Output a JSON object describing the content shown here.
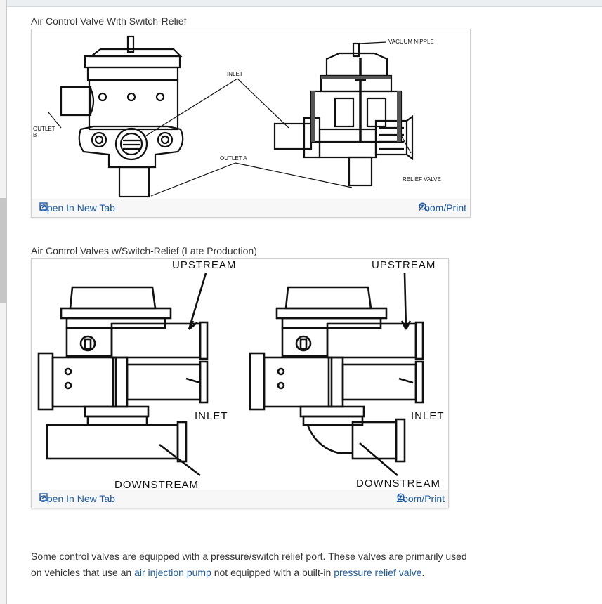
{
  "figures": [
    {
      "caption": "Air Control Valve With Switch-Relief",
      "open_label": "Open In New Tab",
      "zoom_label": "Zoom/Print",
      "labels": {
        "vacuum": "VACUUM NIPPLE",
        "inlet": "INLET",
        "outlet_b1": "OUTLET",
        "outlet_b2": "B",
        "outlet_a": "OUTLET A",
        "relief": "RELIEF VALVE"
      }
    },
    {
      "caption": "Air Control Valves w/Switch-Relief (Late Production)",
      "open_label": "Open In New Tab",
      "zoom_label": "Zoom/Print",
      "labels": {
        "upstream_left": "UPSTREAM",
        "upstream_right": "UPSTREAM",
        "inlet_left": "INLET",
        "inlet_right": "INLET",
        "downstream_left": "DOWNSTREAM",
        "downstream_right": "DOWNSTREAM"
      }
    }
  ],
  "paragraph": {
    "text_1": "Some control valves are equipped with a pressure/switch relief port. These valves are primarily used on vehicles that use an ",
    "link_1": "air injection pump",
    "text_2": " not equipped with a built-in ",
    "link_2": "pressure relief valve",
    "text_3": "."
  },
  "icons": {
    "open": "open-in-new-tab-icon",
    "zoom": "zoom-icon"
  },
  "colors": {
    "link": "#1c5aa8",
    "text": "#333333"
  }
}
